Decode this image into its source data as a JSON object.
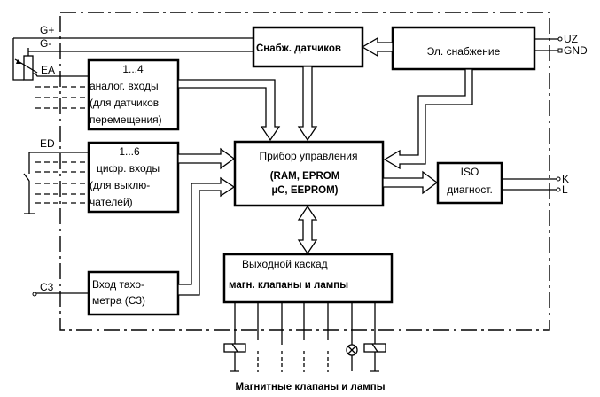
{
  "diagram": {
    "blocks": {
      "sensor_supply": {
        "label": "Снабж. датчиков"
      },
      "power_supply": {
        "label": "Эл. снабжение"
      },
      "analog_inputs": {
        "lines": [
          "1...4",
          "аналог. входы",
          "(для датчиков",
          "перемещения)"
        ]
      },
      "digital_inputs": {
        "lines": [
          "1...6",
          "цифр. входы",
          "(для выклю-",
          "чателей)"
        ]
      },
      "control_unit": {
        "title": "Прибор управления",
        "lines": [
          "(RAM, EPROM",
          "µC, EEPROM)"
        ]
      },
      "iso_diag": {
        "lines": [
          "ISO",
          "диагност."
        ]
      },
      "output_stage": {
        "title": "Выходной каскад",
        "subtitle": "магн. клапаны и лампы"
      },
      "tacho_input": {
        "lines": [
          "Вход тахо-",
          "метра (С3)"
        ]
      }
    },
    "terminals": {
      "g_plus": "G+",
      "g_minus": "G-",
      "ea": "EA",
      "ed": "ED",
      "c3": "С3",
      "uz": "UZ",
      "gnd": "GND",
      "k": "K",
      "l": "L"
    },
    "caption": "Магнитные клапаны и лампы"
  }
}
